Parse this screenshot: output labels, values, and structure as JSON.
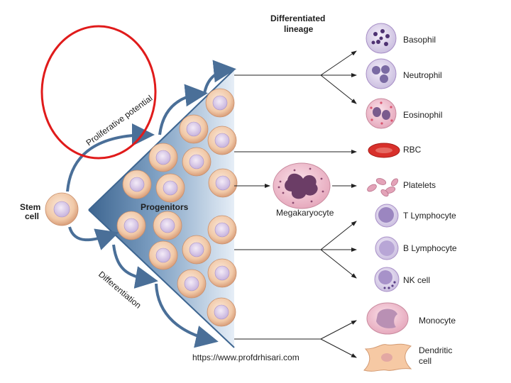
{
  "header": {
    "line1": "Differentiated",
    "line2": "lineage"
  },
  "stem_cell": {
    "line1": "Stem",
    "line2": "cell"
  },
  "progenitors_label": "Progenitors",
  "megakaryocyte_label": "Megakaryocyte",
  "proliferative_label": "Proliferative potential",
  "differentiation_label": "Differentiation",
  "lineage": [
    {
      "name": "Basophil",
      "icon": "basophil-icon"
    },
    {
      "name": "Neutrophil",
      "icon": "neutrophil-icon"
    },
    {
      "name": "Eosinophil",
      "icon": "eosinophil-icon"
    },
    {
      "name": "RBC",
      "icon": "rbc-icon"
    },
    {
      "name": "Platelets",
      "icon": "platelets-icon"
    },
    {
      "name": "T Lymphocyte",
      "icon": "t-lymphocyte-icon"
    },
    {
      "name": "B Lymphocyte",
      "icon": "b-lymphocyte-icon"
    },
    {
      "name": "NK cell",
      "icon": "nk-cell-icon"
    },
    {
      "name": "Monocyte",
      "icon": "monocyte-icon"
    },
    {
      "name": "Dendritic cell",
      "line1": "Dendritic",
      "line2": "cell",
      "icon": "dendritic-cell-icon"
    }
  ],
  "footer_url": "https://www.profdrhisari.com",
  "colors": {
    "triangle_dark": "#3f6791",
    "triangle_light": "#e4edf6",
    "annotation_circle": "#e01b1b",
    "cell_outer": "#f2c7a6",
    "cell_nucleus": "#d7c8e6"
  }
}
